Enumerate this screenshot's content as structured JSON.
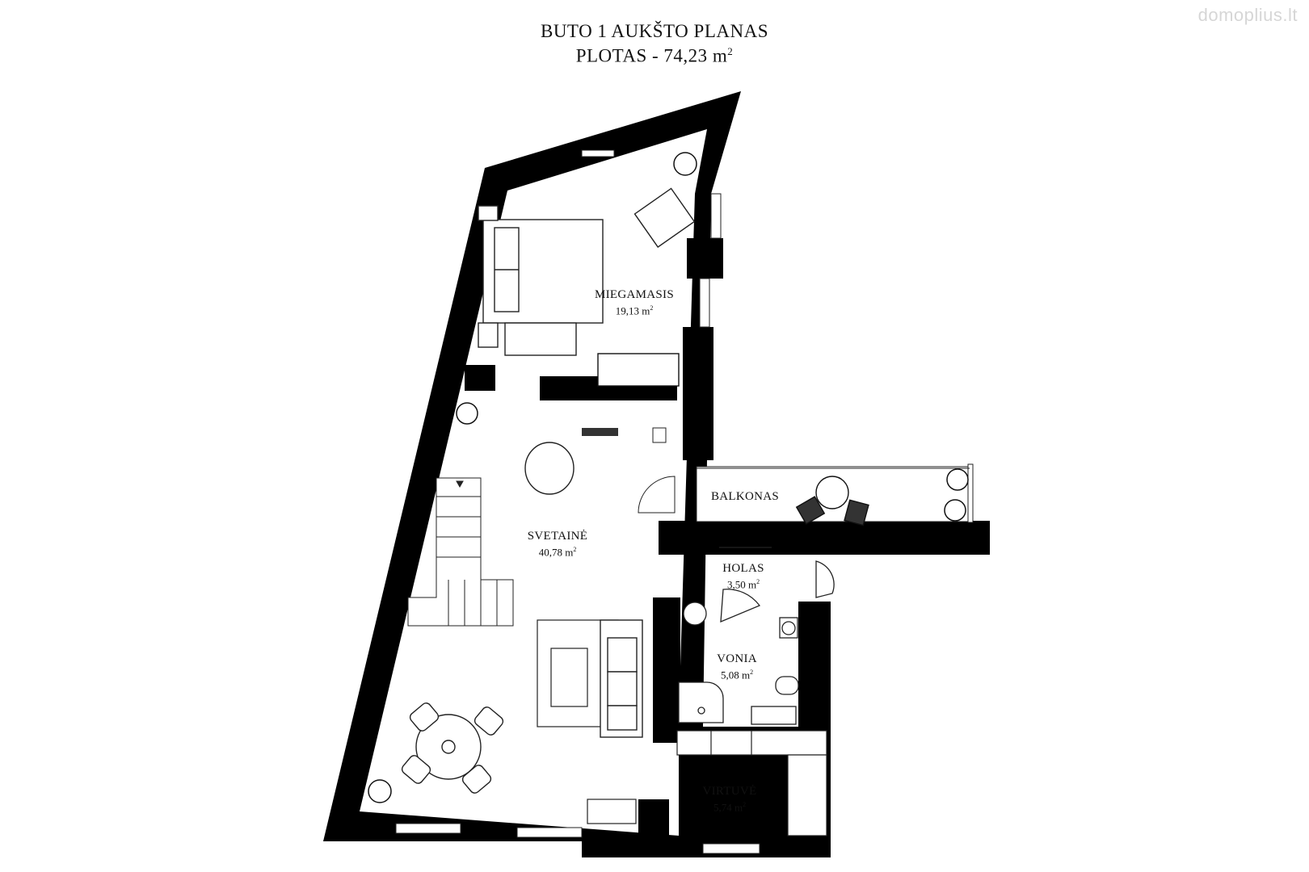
{
  "plan": {
    "title": "BUTO 1 AUKŠTO PLANAS",
    "area_label": "PLOTAS - 74,23 m",
    "area_unit_sup": "2"
  },
  "rooms": {
    "bedroom": {
      "name": "MIEGAMASIS",
      "area": "19,13 m",
      "sup": "2"
    },
    "living": {
      "name": "SVETAINĖ",
      "area": "40,78 m",
      "sup": "2"
    },
    "balcony": {
      "name": "BALKONAS"
    },
    "hall": {
      "name": "HOLAS",
      "area": "3,50 m",
      "sup": "2"
    },
    "bath": {
      "name": "VONIA",
      "area": "5,08 m",
      "sup": "2"
    },
    "kitchen": {
      "name": "VIRTUVĖ",
      "area": "5,74 m",
      "sup": "2"
    }
  },
  "watermark": "domoplius.lt",
  "colors": {
    "wall": "#000000",
    "line": "#222222",
    "paper": "#ffffff"
  }
}
